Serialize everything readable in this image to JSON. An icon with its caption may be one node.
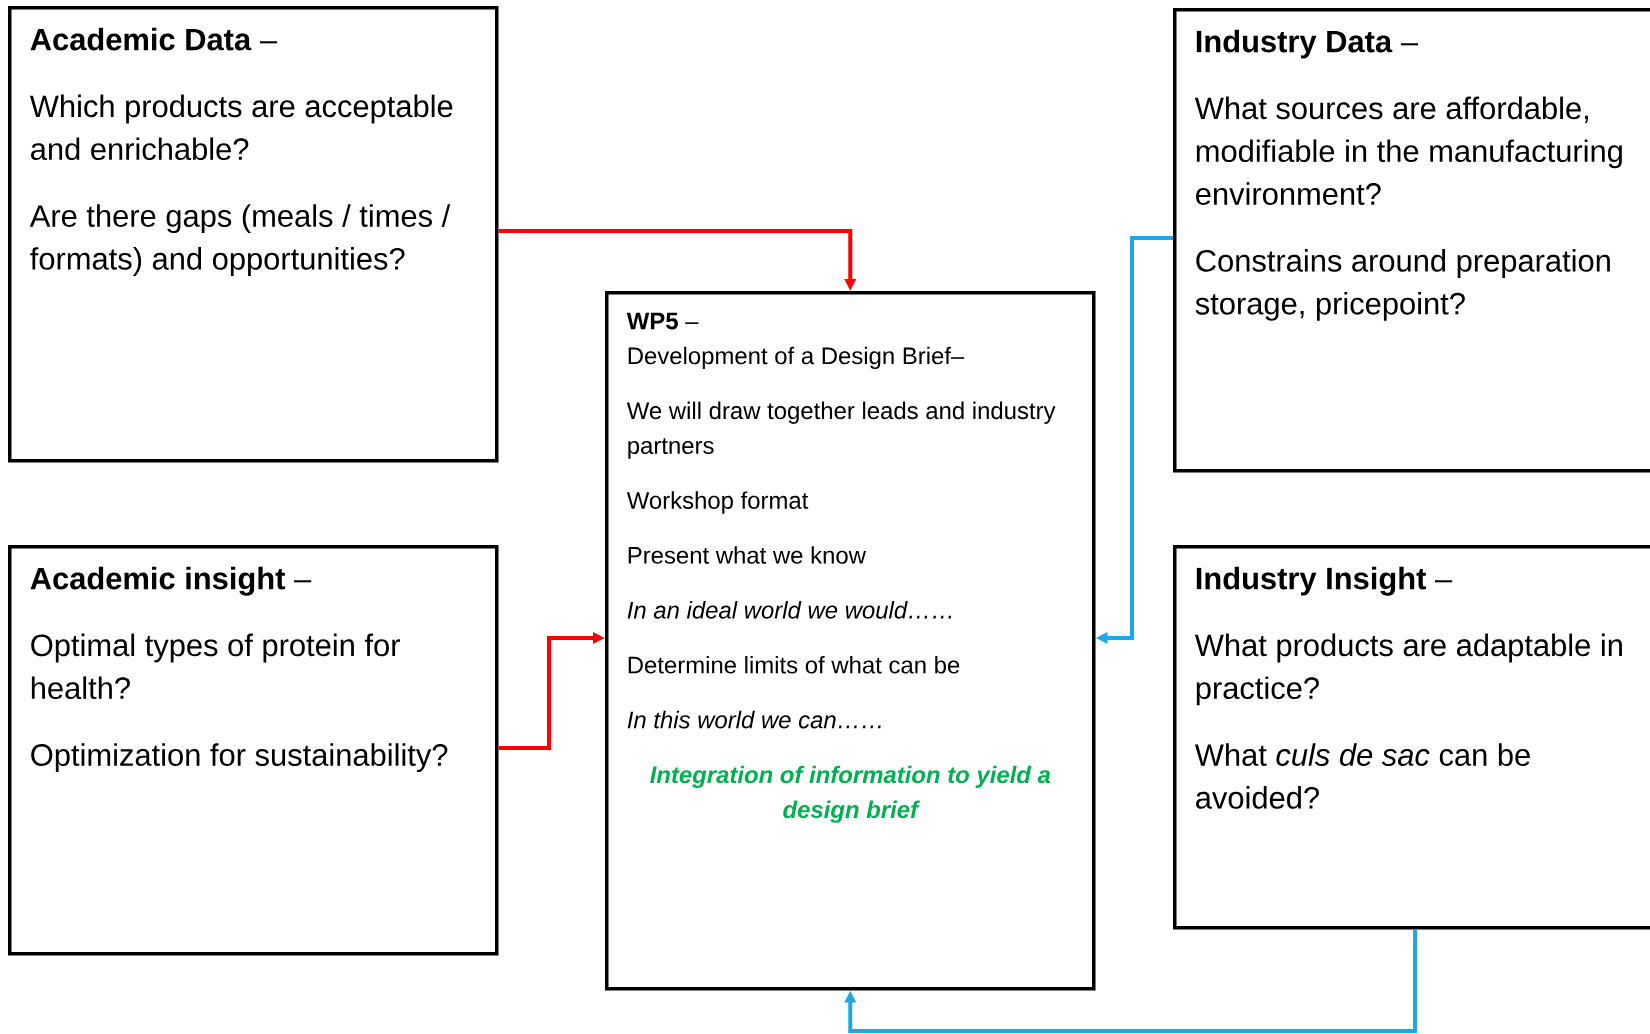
{
  "diagram": {
    "nodes": [
      {
        "text": [
          "**Academic Data** –",
          "Which products are acceptable and enrichable?",
          "Are there gaps (meals / times / formats) and opportunities?"
        ]
      },
      {
        "text": [
          "**Academic insight** –",
          "Optimal types of protein for health?",
          "Optimization for sustainability?"
        ]
      },
      {
        "text": [
          "**WP5** –",
          "Development of a Design Brief–",
          "We will draw together leads and industry partners",
          "Workshop format",
          "Present what we know",
          "In an ideal world we would……",
          "Determine limits of what can be",
          "In this world we can……",
          "Integration of information to yield a design brief"
        ]
      },
      {
        "text": [
          "**Industry Data** –",
          "What sources are affordable, modifiable in the manufacturing environment?",
          "Constrains around preparation storage, pricepoint?"
        ]
      },
      {
        "text": [
          "**Industry Insight** –",
          "What products are adaptable in practice?",
          "What *culs de sac* can be avoided?"
        ]
      }
    ],
    "edges": [
      {
        "from": 0,
        "to": 2,
        "arrow": "to",
        "color": "#ff0000"
      },
      {
        "from": 1,
        "to": 2,
        "arrow": "to",
        "color": "#ff0000"
      },
      {
        "from": 3,
        "to": 2,
        "arrow": "to",
        "color": "#1ea7e6"
      },
      {
        "from": 4,
        "to": 2,
        "arrow": "to",
        "color": "#1ea7e6"
      }
    ]
  }
}
